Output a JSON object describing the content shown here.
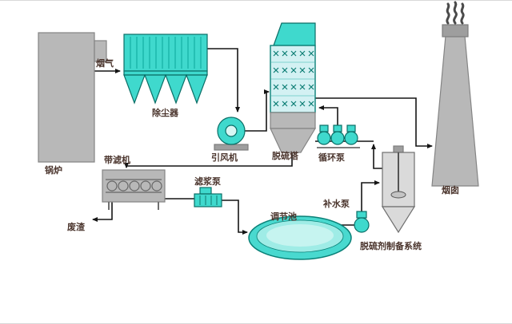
{
  "diagram": {
    "labels": {
      "boiler": "锅炉",
      "flue_gas": "烟气",
      "dust_collector": "除尘器",
      "fan": "引风机",
      "tower": "脱硫塔",
      "circulation_pump": "循环泵",
      "chimney": "烟囱",
      "belt_filter": "带滤机",
      "slurry_pump": "滤浆泵",
      "waste": "废渣",
      "pool": "调节池",
      "makeup_pump": "补水泵",
      "prep_system": "脱硫剂制备系统"
    },
    "colors": {
      "equipment_cyan": "#3fd9cd",
      "equipment_gray": "#b8b8b8",
      "tower_fill": "#d3f1f3",
      "pool_fill": "#49d9cf",
      "pipe_black": "#151515",
      "label_color": "#4a342c"
    }
  }
}
